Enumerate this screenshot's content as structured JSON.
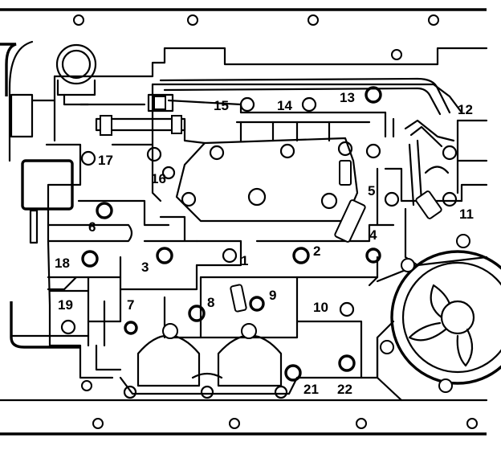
{
  "callouts": [
    {
      "id": "1",
      "text": "1"
    },
    {
      "id": "2",
      "text": "2"
    },
    {
      "id": "3",
      "text": "3"
    },
    {
      "id": "4",
      "text": "4"
    },
    {
      "id": "5",
      "text": "5"
    },
    {
      "id": "6",
      "text": "6"
    },
    {
      "id": "7",
      "text": "7"
    },
    {
      "id": "8",
      "text": "8"
    },
    {
      "id": "9",
      "text": "9"
    },
    {
      "id": "10",
      "text": "10"
    },
    {
      "id": "11",
      "text": "11"
    },
    {
      "id": "12",
      "text": "12"
    },
    {
      "id": "13",
      "text": "13"
    },
    {
      "id": "14",
      "text": "14"
    },
    {
      "id": "15",
      "text": "15"
    },
    {
      "id": "16",
      "text": "16"
    },
    {
      "id": "17",
      "text": "17"
    },
    {
      "id": "18",
      "text": "18"
    },
    {
      "id": "19",
      "text": "19"
    },
    {
      "id": "21",
      "text": "21"
    },
    {
      "id": "22",
      "text": "22"
    }
  ]
}
